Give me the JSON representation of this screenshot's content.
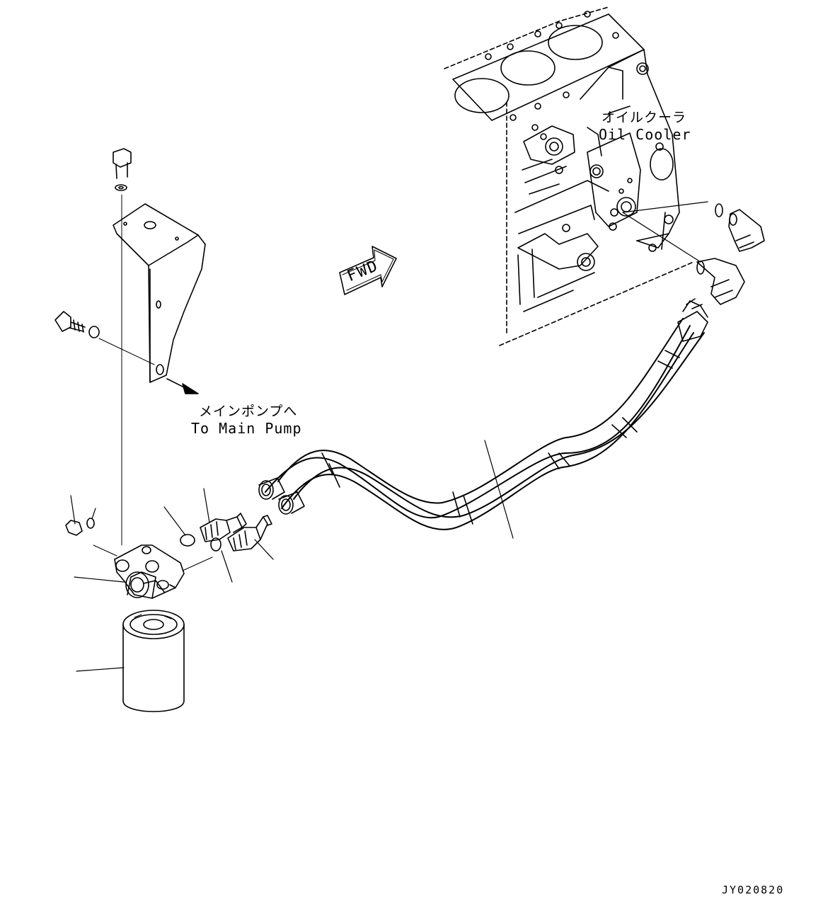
{
  "labels": {
    "oil_cooler_jp": "オイルクーラ",
    "oil_cooler_en": "Oil Cooler",
    "main_pump_jp": "メインポンプへ",
    "main_pump_en": "To Main Pump",
    "fwd": "FWD",
    "drawing_code": "JY020820"
  },
  "colors": {
    "line": "#000000",
    "background": "#ffffff"
  }
}
